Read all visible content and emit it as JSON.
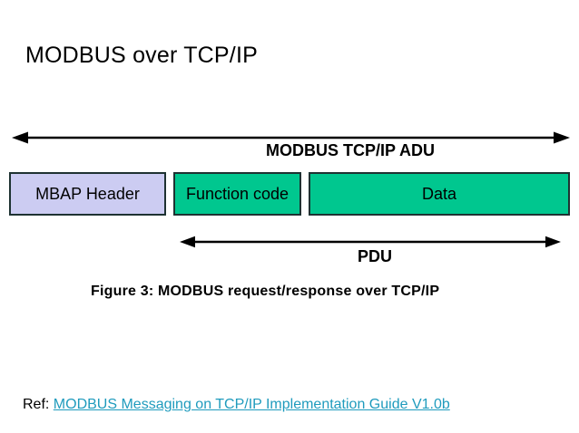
{
  "title": "MODBUS over TCP/IP",
  "diagram": {
    "adu_label": "MODBUS TCP/IP ADU",
    "pdu_label": "PDU",
    "boxes": [
      {
        "label": "MBAP Header",
        "fill": "#ccccf2"
      },
      {
        "label": "Function code",
        "fill": "#00c78f"
      },
      {
        "label": "Data",
        "fill": "#00c78f"
      }
    ],
    "caption": "Figure 3: MODBUS request/response over TCP/IP"
  },
  "footer": {
    "ref_prefix": "Ref:",
    "link_text": "MODBUS Messaging on TCP/IP Implementation Guide V1.0b"
  },
  "colors": {
    "mbap_fill": "#ccccf2",
    "pdu_fill": "#00c78f",
    "box_border": "#1e3232",
    "link": "#1f9bbd",
    "arrow": "#000000"
  }
}
